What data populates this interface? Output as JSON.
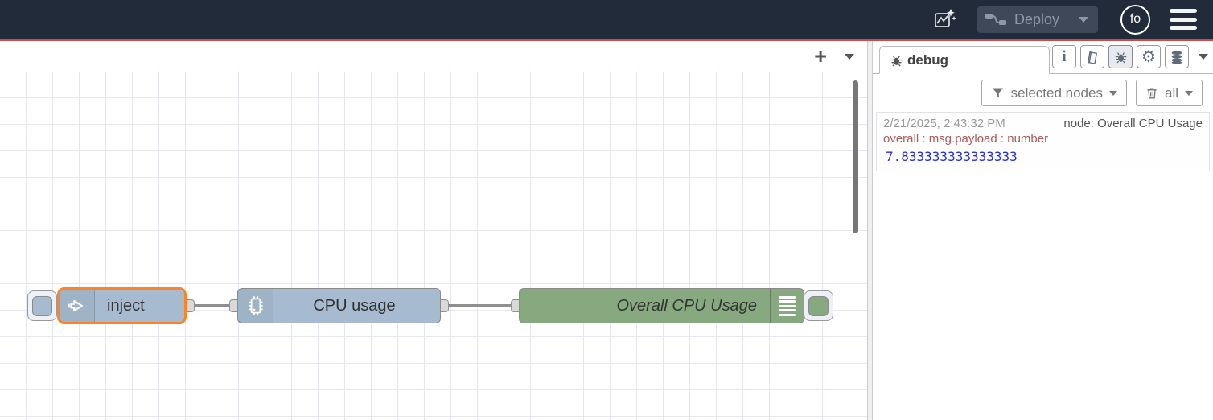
{
  "header": {
    "deploy_label": "Deploy",
    "avatar_initials": "fo"
  },
  "canvas_tabbar": {
    "add_flow_glyph": "+"
  },
  "flow": {
    "nodes": [
      {
        "type": "inject",
        "label": "inject"
      },
      {
        "type": "cpu",
        "label": "CPU usage"
      },
      {
        "type": "debug",
        "label": "Overall CPU Usage"
      }
    ]
  },
  "sidebar": {
    "tab_label": "debug",
    "toolbar": {
      "filter_label": "selected nodes",
      "clear_label": "all"
    },
    "messages": [
      {
        "timestamp": "2/21/2025, 2:43:32 PM",
        "source": "node: Overall CPU Usage",
        "property": "overall : msg.payload : number",
        "value": "7.833333333333333"
      }
    ]
  },
  "icons": {
    "info_glyph": "i",
    "gear_glyph": "⚙"
  },
  "colors": {
    "header_bg": "#222b3a",
    "accent_red": "#c84c4c",
    "node_blue": "#a6bbcf",
    "node_green": "#87a980",
    "selection_orange": "#ff8226",
    "wire_gray": "#8f8f8f",
    "value_blue": "#2530d4",
    "property_red": "#ad5a5a"
  }
}
